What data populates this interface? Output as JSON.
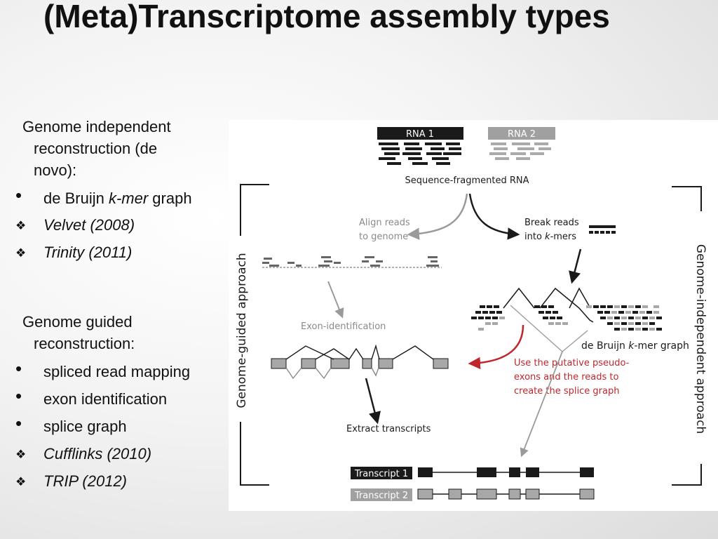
{
  "slide": {
    "title": "(Meta)Transcriptome assembly types"
  },
  "left_column": {
    "section1": {
      "heading_line1": "Genome independent",
      "heading_line2": "reconstruction (de",
      "heading_line3": "novo):",
      "bullet_text_pre": "de Bruijn ",
      "bullet_text_ital": "k-mer",
      "bullet_text_post": " graph",
      "tool1": "Velvet (2008)",
      "tool2": "Trinity (2011)"
    },
    "section2": {
      "heading_line1": "Genome guided",
      "heading_line2": "reconstruction:",
      "bullet1": "spliced read mapping",
      "bullet2": "exon identification",
      "bullet3": "splice graph",
      "tool1": "Cufflinks (2010)",
      "tool2": "TRIP (2012)"
    },
    "bullet_symbol": "•",
    "tool_symbol": "❖"
  },
  "figure": {
    "rna1": "RNA 1",
    "rna2": "RNA 2",
    "fragmented": "Sequence-fragmented RNA",
    "align1": "Align reads",
    "align2": "to genome",
    "break1": "Break reads",
    "break2_pre": "into ",
    "break2_ital": "k",
    "break2_post": "-mers",
    "exon_id": "Exon-identification",
    "debruijn_pre": "de Bruijn ",
    "debruijn_ital": "k",
    "debruijn_post": "-mer graph",
    "red1": "Use the putative pseudo-",
    "red2": "exons and the reads to",
    "red3": "create the splice graph",
    "extract": "Extract transcripts",
    "transcript1": "Transcript 1",
    "transcript2": "Transcript 2",
    "left_side_label": "Genome-guided approach",
    "right_side_label": "Genome-independent approach",
    "colors": {
      "dark": "#1a1a1a",
      "gray": "#9a9a9a",
      "red": "#c0272d",
      "box_gray": "#a8a8a8"
    }
  }
}
